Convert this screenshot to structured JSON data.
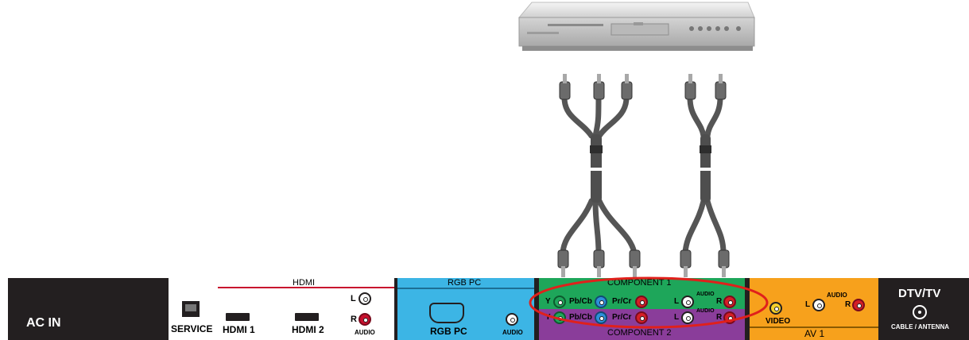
{
  "device": {
    "icon": "dvd-player-icon"
  },
  "cables": {
    "component_icon": "component-cable-icon",
    "audio_icon": "rca-audio-cable-icon"
  },
  "panel": {
    "ac_in": "AC IN",
    "service": "SERVICE",
    "hdmi": {
      "header": "HDMI",
      "port1": "HDMI 1",
      "port2": "HDMI 2",
      "l": "L",
      "r": "R",
      "audio": "AUDIO"
    },
    "rgb": {
      "header": "RGB PC",
      "port": "RGB PC",
      "audio": "AUDIO"
    },
    "component1": {
      "header": "COMPONENT 1",
      "y": "Y",
      "pb": "Pb/Cb",
      "pr": "Pr/Cr",
      "audio": "AUDIO",
      "l": "L",
      "r": "R"
    },
    "component2": {
      "footer": "COMPONENT 2",
      "y": "Y",
      "pb": "Pb/Cb",
      "pr": "Pr/Cr",
      "audio": "AUDIO",
      "l": "L",
      "r": "R"
    },
    "av1": {
      "footer": "AV 1",
      "video": "VIDEO",
      "audio": "AUDIO",
      "l": "L",
      "r": "R"
    },
    "dtv": {
      "title": "DTV/TV",
      "sub": "CABLE / ANTENNA"
    }
  },
  "colors": {
    "panel_black": "#231f20",
    "hdmi_red": "#c8102e",
    "rgb_blue": "#3cb5e5",
    "component_green": "#1ea65a",
    "component_purple": "#8a3d9a",
    "av_orange": "#f7a11c",
    "highlight_red": "#e0201b"
  }
}
